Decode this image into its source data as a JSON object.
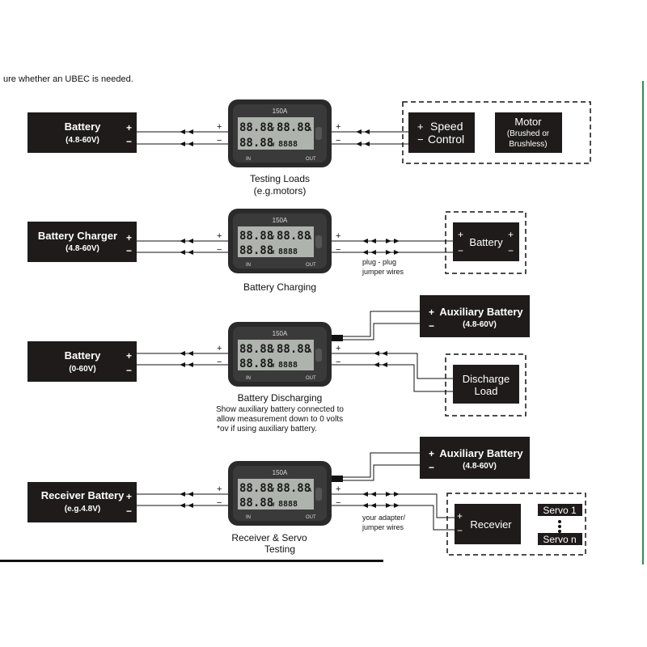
{
  "header_fragment": "ure whether an UBEC is needed.",
  "meter": {
    "rating": "150A",
    "digits": "88.88",
    "unit_v": "V",
    "unit_a": "A",
    "unit_w": "W",
    "small_digits": "8888",
    "in_label": "IN",
    "out_label": "OUT"
  },
  "colors": {
    "box": "#1f1b1b",
    "screen": "#aeb3ad",
    "meter_body": "#2a2a2a",
    "accent": "#2f8f4e"
  },
  "scenarios": [
    {
      "caption": "Testing Loads",
      "caption2": "(e.g.motors)",
      "source": {
        "name": "Battery",
        "sub": "(4.8-60V)"
      },
      "right": {
        "speed": "Speed",
        "control": "Control",
        "motor": "Motor",
        "motor_sub1": "(Brushed or",
        "motor_sub2": "Brushless)"
      }
    },
    {
      "caption": "Battery Charging",
      "source": {
        "name": "Battery Charger",
        "sub": "(4.8-60V)"
      },
      "wire_note1": "plug - plug",
      "wire_note2": "jumper wires",
      "right": {
        "battery": "Battery"
      }
    },
    {
      "caption": "Battery Discharging",
      "note1": "Show auxiliary battery connected to",
      "note2": "allow measurement down to 0 volts",
      "note3": "*ov if using auxiliary battery.",
      "source": {
        "name": "Battery",
        "sub": "(0-60V)"
      },
      "aux": {
        "name": "Auxiliary Battery",
        "sub": "(4.8-60V)"
      },
      "right": {
        "load1": "Discharge",
        "load2": "Load"
      }
    },
    {
      "caption": "Receiver & Servo",
      "caption2": "Testing",
      "source": {
        "name": "Receiver Battery",
        "sub": "(e.g.4.8V)"
      },
      "aux": {
        "name": "Auxiliary Battery",
        "sub": "(4.8-60V)"
      },
      "wire_note1": "your adapter/",
      "wire_note2": "jumper wires",
      "right": {
        "receiver": "Recevier",
        "servo1": "Servo 1",
        "servon": "Servo n"
      }
    }
  ],
  "symbols": {
    "plus": "+",
    "minus": "−"
  }
}
